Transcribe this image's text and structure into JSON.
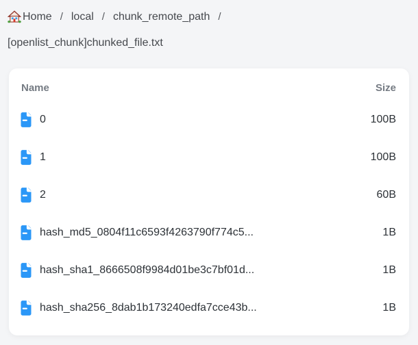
{
  "breadcrumb": {
    "separator": "/",
    "items": [
      {
        "label": "Home"
      },
      {
        "label": "local"
      },
      {
        "label": "chunk_remote_path"
      },
      {
        "label": "[openlist_chunk]chunked_file.txt"
      }
    ]
  },
  "table": {
    "columns": {
      "name": "Name",
      "size": "Size"
    },
    "rows": [
      {
        "name": "0",
        "size": "100B"
      },
      {
        "name": "1",
        "size": "100B"
      },
      {
        "name": "2",
        "size": "60B"
      },
      {
        "name": "hash_md5_0804f11c6593f4263790f774c5...",
        "size": "1B"
      },
      {
        "name": "hash_sha1_8666508f9984d01be3c7bf01d...",
        "size": "1B"
      },
      {
        "name": "hash_sha256_8dab1b173240edfa7cce43b...",
        "size": "1B"
      }
    ]
  },
  "icons": {
    "home": "house-emoji-icon",
    "file": "file-blank-icon",
    "file_color": "#2b97f7"
  },
  "colors": {
    "background": "#f4f5f7",
    "card": "#ffffff",
    "accent_blue": "#2b97f7",
    "header_text": "#757b83",
    "row_text": "#2d3237",
    "breadcrumb_text": "#45484d"
  }
}
